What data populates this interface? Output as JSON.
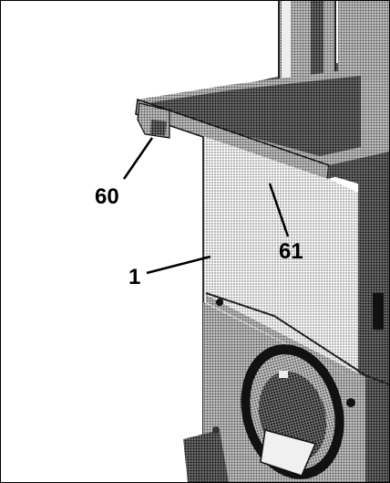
{
  "callouts": {
    "left_bracket": "60",
    "right_bracket": "61",
    "housing": "1"
  }
}
